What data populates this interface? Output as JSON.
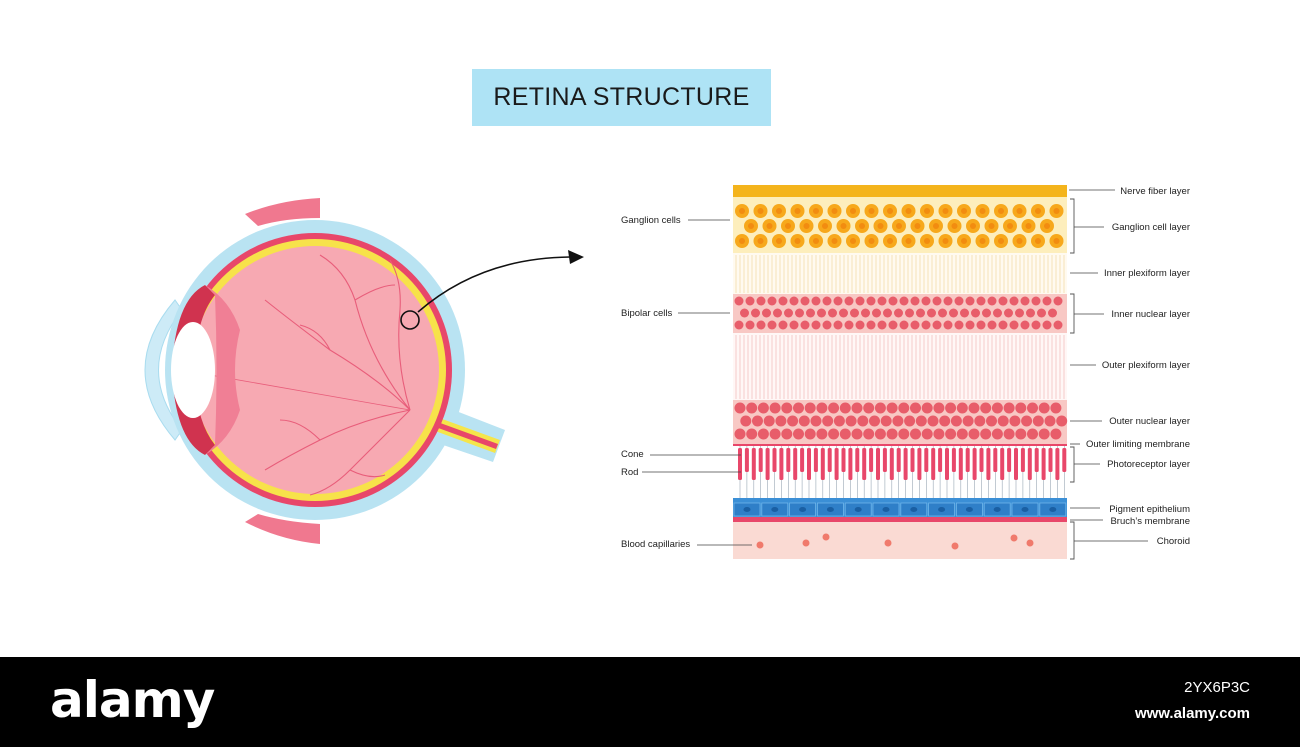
{
  "title": "RETINA STRUCTURE",
  "colors": {
    "title_bg": "#aee3f5",
    "nerve_fiber": "#f4b41c",
    "ganglion_bg": "#fdeebc",
    "ganglion_cell": "#f7a81b",
    "nuclear_bg": "#f8c8c4",
    "nuclear_cell": "#e85d6a",
    "photoreceptor": "#e8476a",
    "pigment": "#3b8fd6",
    "choroid": "#fadad3",
    "sclera": "#b9e3f2",
    "eye_interior": "#f7a9b2"
  },
  "left_labels": {
    "ganglion_cells": "Ganglion cells",
    "bipolar_cells": "Bipolar cells",
    "cone": "Cone",
    "rod": "Rod",
    "blood_capillaries": "Blood capillaries"
  },
  "right_labels": {
    "nerve_fiber_layer": "Nerve fiber layer",
    "ganglion_cell_layer": "Ganglion cell layer",
    "inner_plexiform_layer": "Inner plexiform layer",
    "inner_nuclear_layer": "Inner nuclear layer",
    "outer_plexiform_layer": "Outer plexiform layer",
    "outer_nuclear_layer": "Outer nuclear layer",
    "outer_limiting_membrane": "Outer limiting membrane",
    "photoreceptor_layer": "Photoreceptor layer",
    "pigment_epithelium": "Pigment epithelium",
    "bruchs_membrane": "Bruch’s membrane",
    "choroid": "Choroid"
  },
  "footer": {
    "logo": "alamy",
    "image_code": "2YX6P3C",
    "url": "www.alamy.com"
  }
}
